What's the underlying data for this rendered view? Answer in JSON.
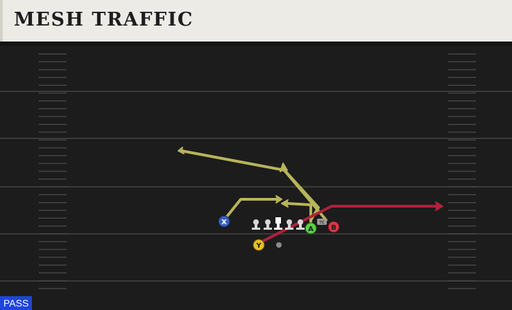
{
  "play": {
    "title": "MESH TRAFFIC",
    "type_badge": "PASS"
  },
  "colors": {
    "title_bg": "#ecebe6",
    "field_bg": "#1c1c1c",
    "route_main": "#b8b45a",
    "route_highlight": "#b0213b",
    "badge_bg": "#1f45d8"
  },
  "players": [
    {
      "id": "X",
      "color": "#3a5fc4"
    },
    {
      "id": "Y",
      "color": "#e6c126"
    },
    {
      "id": "A",
      "color": "#5bcf4a"
    },
    {
      "id": "B",
      "color": "#e03545"
    }
  ],
  "icons": {
    "linemen": "lineman-icon",
    "center": "center-icon",
    "quarterback": "quarterback-dot-icon",
    "tight_end": "tight-end-icon"
  },
  "tight_end_label": "TE"
}
